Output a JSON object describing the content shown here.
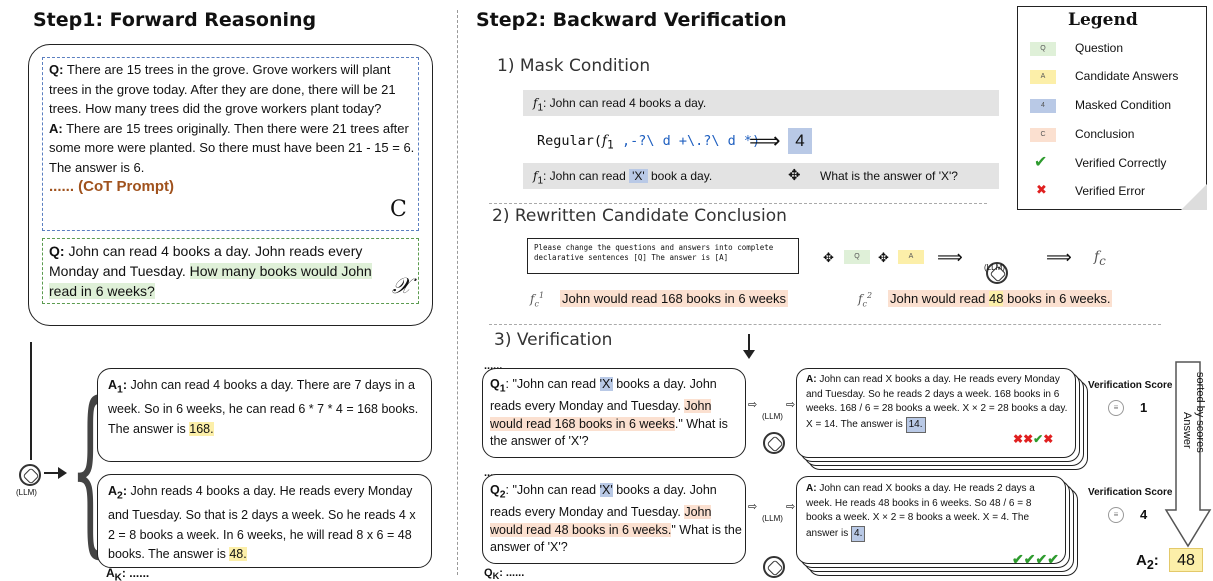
{
  "step1": {
    "title": "Step1: Forward Reasoning",
    "q_label": "Q:",
    "q_text": " There are 15 trees in the grove. Grove workers will plant trees in the grove today. After they are done, there will be 21 trees. How many trees did the grove workers plant today?",
    "a_label": "A:",
    "a_text": " There are 15 trees originally. Then there were 21 trees after some more were planted. So there must have been 21 - 15 = 6. The answer is 6.",
    "cot_label": "...... (CoT Prompt)",
    "c_symbol": "C",
    "q2_label": "Q:",
    "q2_text_a": "  John can read 4 books a day. John reads every Monday and Tuesday. ",
    "q2_text_b": "How many books would John read in 6 weeks?",
    "x_symbol": "𝒳",
    "llm_label": "(LLM)",
    "answers": [
      {
        "label": "A",
        "sub": "1",
        "text": " John can read 4 books a day. There are 7 days in a week. So in 6 weeks, he can read 6 * 7 * 4 = 168 books. The answer is ",
        "answer": "168."
      },
      {
        "label": "A",
        "sub": "2",
        "text": " John reads 4 books a day. He reads every Monday and Tuesday. So that is 2 days a week. So he reads 4 x 2 = 8 books a week. In 6 weeks, he will read 8 x 6 = 48 books. The answer is ",
        "answer": "48."
      }
    ],
    "ak_label": "A",
    "ak_sub": "K",
    "ak_text": ": ......"
  },
  "step2": {
    "title": "Step2: Backward Verification",
    "s1_title": "1) Mask  Condition",
    "f1_sym": "f",
    "f1_sub": "1",
    "f1_text": ":  John can read 4 books a day.",
    "regular_pre": "Regular(",
    "regular_args": " ,-?\\ d +\\.?\\ d *)",
    "regular_result": "4",
    "masked_prefix": ":   John can read ",
    "masked_x": "'X'",
    "masked_suffix": "  book a day.",
    "masked_question": "What is the answer of 'X'?",
    "s2_title": "2) Rewritten Candidate Conclusion",
    "prompt_text": "Please change the questions and answers into complete declarative sentences [Q] The answer is [A]",
    "q_sw": "Q",
    "a_sw": "A",
    "fc_sym": "f",
    "fc_sub": "c",
    "llm_label": "(LLM)",
    "fc1_label": "f",
    "conclusion_1": "John would read 168 books in 6 weeks",
    "conclusion_2_a": "John would read ",
    "conclusion_2_b": "48",
    "conclusion_2_c": " books in 6 weeks.",
    "s3_title": "3) Verification",
    "ellipsis": "......",
    "q1_label": "Q",
    "q1_sub": "1",
    "q1_text_a": ":  \"John can read ",
    "q1_x": "'X'",
    "q1_text_b": " books a day. John reads every Monday and Tuesday. ",
    "q1_text_c": "John would read 168 books in 6 weeks",
    "q1_text_d": ".\" What is the answer of 'X'?",
    "q2_label": "Q",
    "q2_sub": "2",
    "q2_text_c": "John would read 48 books in 6 weeks.",
    "q2_text_d": "\" What is the answer of 'X'?",
    "qk_label": "Q",
    "qk_sub": "K",
    "qk_text": ": ......",
    "card1_label": "A:",
    "card1_text": " John can read X books a day. He reads every Monday and Tuesday. So he reads 2 days a week. 168 books in 6 weeks. 168 / 6 = 28 books a week. X × 2 = 28 books a day. X = 14. The answer is ",
    "card1_answer": "14.",
    "card2_label": "A:",
    "card2_text": " John can read X books a day. He reads 2 days a week. He reads 48 books in 6 weeks. So 48 / 6 = 8 books a week. X × 2 = 8 books a week. X = 4. The answer is ",
    "card2_answer": "4.",
    "score_title": "Verification Score",
    "score1": "1",
    "score2": "4",
    "sort_text1": "sorted by scores",
    "sort_text2": "Answer",
    "final_label": "A",
    "final_sub": "2",
    "final_colon": ":",
    "final_value": "48"
  },
  "legend": {
    "title": "Legend",
    "items": [
      {
        "swatch": "Q",
        "label": "Question",
        "color": "#dff0d8"
      },
      {
        "swatch": "A",
        "label": "Candidate Answers",
        "color": "#fcefa9"
      },
      {
        "swatch": "4",
        "label": "Masked Condition",
        "color": "#b9c9e6"
      },
      {
        "swatch": "C",
        "label": "Conclusion",
        "color": "#fbe0d0"
      },
      {
        "swatch": "✔",
        "label": "Verified Correctly",
        "color": "#2e9b2e"
      },
      {
        "swatch": "✖",
        "label": "Verified Error",
        "color": "#e02020"
      }
    ]
  }
}
